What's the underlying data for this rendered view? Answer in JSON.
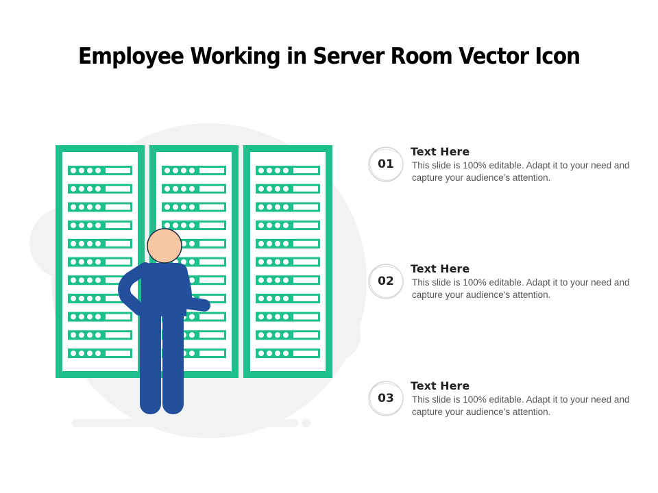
{
  "title": "Employee Working in Server Room Vector Icon",
  "colors": {
    "rack_green": "#1dbf8c",
    "figure_blue": "#22509c",
    "skin": "#f7c6a3",
    "background_shape": "#f2f2f2",
    "badge_ring": "#cfcfcf"
  },
  "icons": {
    "illustration": "employee-server-room-icon"
  },
  "steps": [
    {
      "number": "01",
      "title": "Text Here",
      "description": "This slide is 100% editable. Adapt it to your need and capture your audience’s attention."
    },
    {
      "number": "02",
      "title": "Text Here",
      "description": "This slide is 100% editable. Adapt it to your need and capture your audience’s attention."
    },
    {
      "number": "03",
      "title": "Text Here",
      "description": "This slide is 100% editable. Adapt it to your need and capture your audience’s attention."
    }
  ]
}
